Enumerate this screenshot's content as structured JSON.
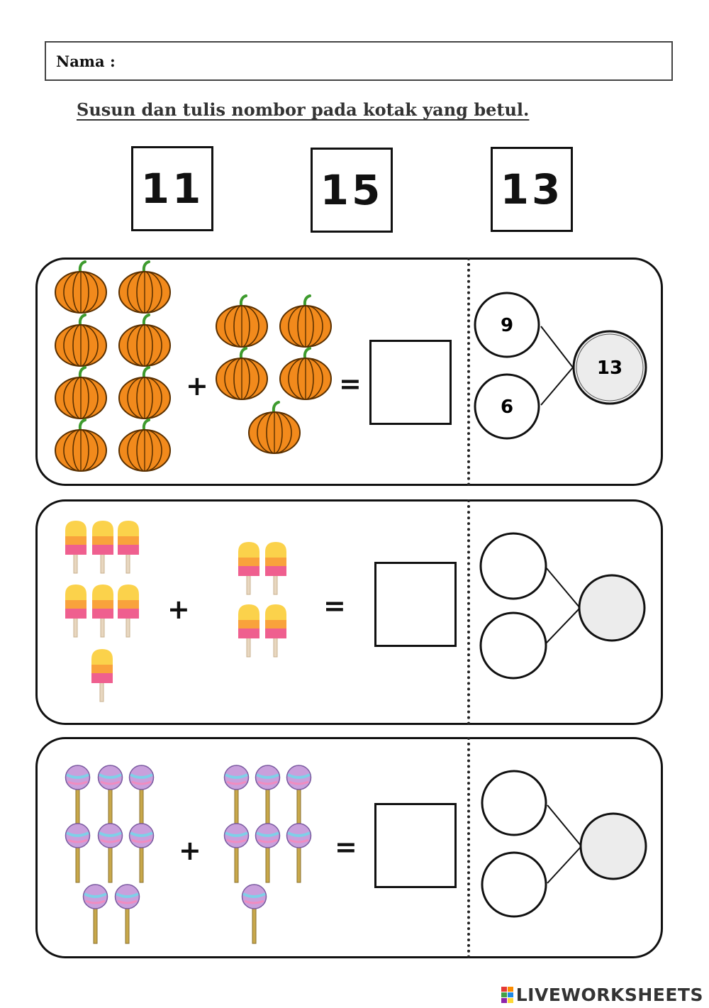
{
  "header": {
    "name_label": "Nama :",
    "instruction": "Susun dan tulis nombor pada kotak yang betul."
  },
  "number_cards": [
    "11",
    "15",
    "13"
  ],
  "panels": [
    {
      "item": "pumpkin",
      "left_count": 8,
      "right_count": 5,
      "plus": "+",
      "equals": "=",
      "bond": {
        "part_a": "9",
        "part_b": "6",
        "whole": "13"
      }
    },
    {
      "item": "ice-pop",
      "left_count": 7,
      "right_count": 4,
      "plus": "+",
      "equals": "=",
      "bond": {
        "part_a": "",
        "part_b": "",
        "whole": ""
      }
    },
    {
      "item": "lollipop",
      "left_count": 8,
      "right_count": 7,
      "plus": "+",
      "equals": "=",
      "bond": {
        "part_a": "",
        "part_b": "",
        "whole": ""
      }
    }
  ],
  "logo": {
    "text": "LIVEWORKSHEETS"
  },
  "colors": {
    "pumpkin": "#f28a1c",
    "pumpkin_stem": "#3e9b2e",
    "ice_pop_top": "#fbd24b",
    "ice_pop_bottom": "#ef5f8f",
    "lollipop_candy": "#c9a0dc",
    "lollipop_stick": "#c8a84a",
    "bond_whole_fill": "#ececec"
  }
}
